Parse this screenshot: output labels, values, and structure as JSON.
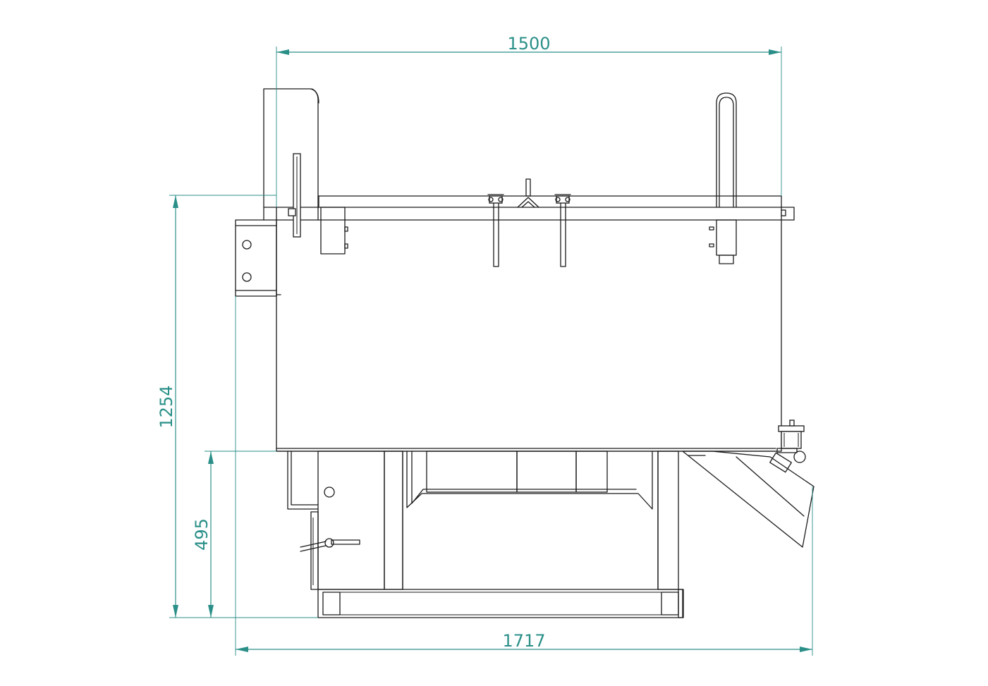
{
  "dimensions": {
    "top_width": "1500",
    "total_height": "1254",
    "lower_height": "495",
    "bottom_width": "1717"
  },
  "colors": {
    "dimension": "#2a8f88",
    "outline": "#1a1a1a"
  }
}
